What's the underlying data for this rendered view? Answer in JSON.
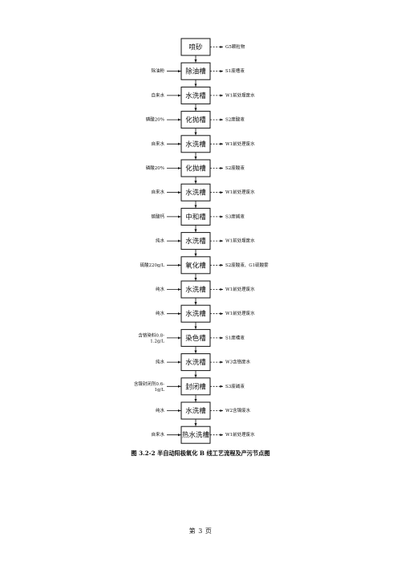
{
  "flowchart": {
    "steps": [
      {
        "label": "喷砂",
        "input": "",
        "output": "G5颗粒物"
      },
      {
        "label": "除油槽",
        "input": "除油粉",
        "output": "S1废槽液"
      },
      {
        "label": "水洗槽",
        "input": "自来水",
        "output": "W1前处理废水"
      },
      {
        "label": "化抛槽",
        "input": "磷酸20%",
        "output": "S2废酸液"
      },
      {
        "label": "水洗槽",
        "input": "自来水",
        "output": "W1前处理废水"
      },
      {
        "label": "化抛槽",
        "input": "磷酸20%",
        "output": "S2废酸液"
      },
      {
        "label": "水洗槽",
        "input": "自来水",
        "output": "W1前处理废水"
      },
      {
        "label": "中和槽",
        "input": "碳酸钙",
        "output": "S3废碱液"
      },
      {
        "label": "水洗槽",
        "input": "纯水",
        "output": "W1前处理废水"
      },
      {
        "label": "氧化槽",
        "input": "硫酸220g/L",
        "output": "S2废酸液、G1硫酸雾"
      },
      {
        "label": "水洗槽",
        "input": "纯水",
        "output": "W1前处理废水"
      },
      {
        "label": "水洗槽",
        "input": "纯水",
        "output": "W1前处理废水"
      },
      {
        "label": "染色槽",
        "input": "含铬染料0.8-1.2g/L",
        "output": "S1废槽液"
      },
      {
        "label": "水洗槽",
        "input": "纯水",
        "output": "W3含铬废水"
      },
      {
        "label": "封闭槽",
        "input": "含镍封闭剂0.6-1g/L",
        "output": "S3废碱液"
      },
      {
        "label": "水洗槽",
        "input": "纯水",
        "output": "W2含镍废水"
      },
      {
        "label": "热水洗槽",
        "input": "自来水",
        "output": "W1前处理废水"
      }
    ]
  },
  "caption": "图 3.2-2 半自动阳极氧化 B 线工艺流程及产污节点图",
  "page_number": "第 3 页"
}
